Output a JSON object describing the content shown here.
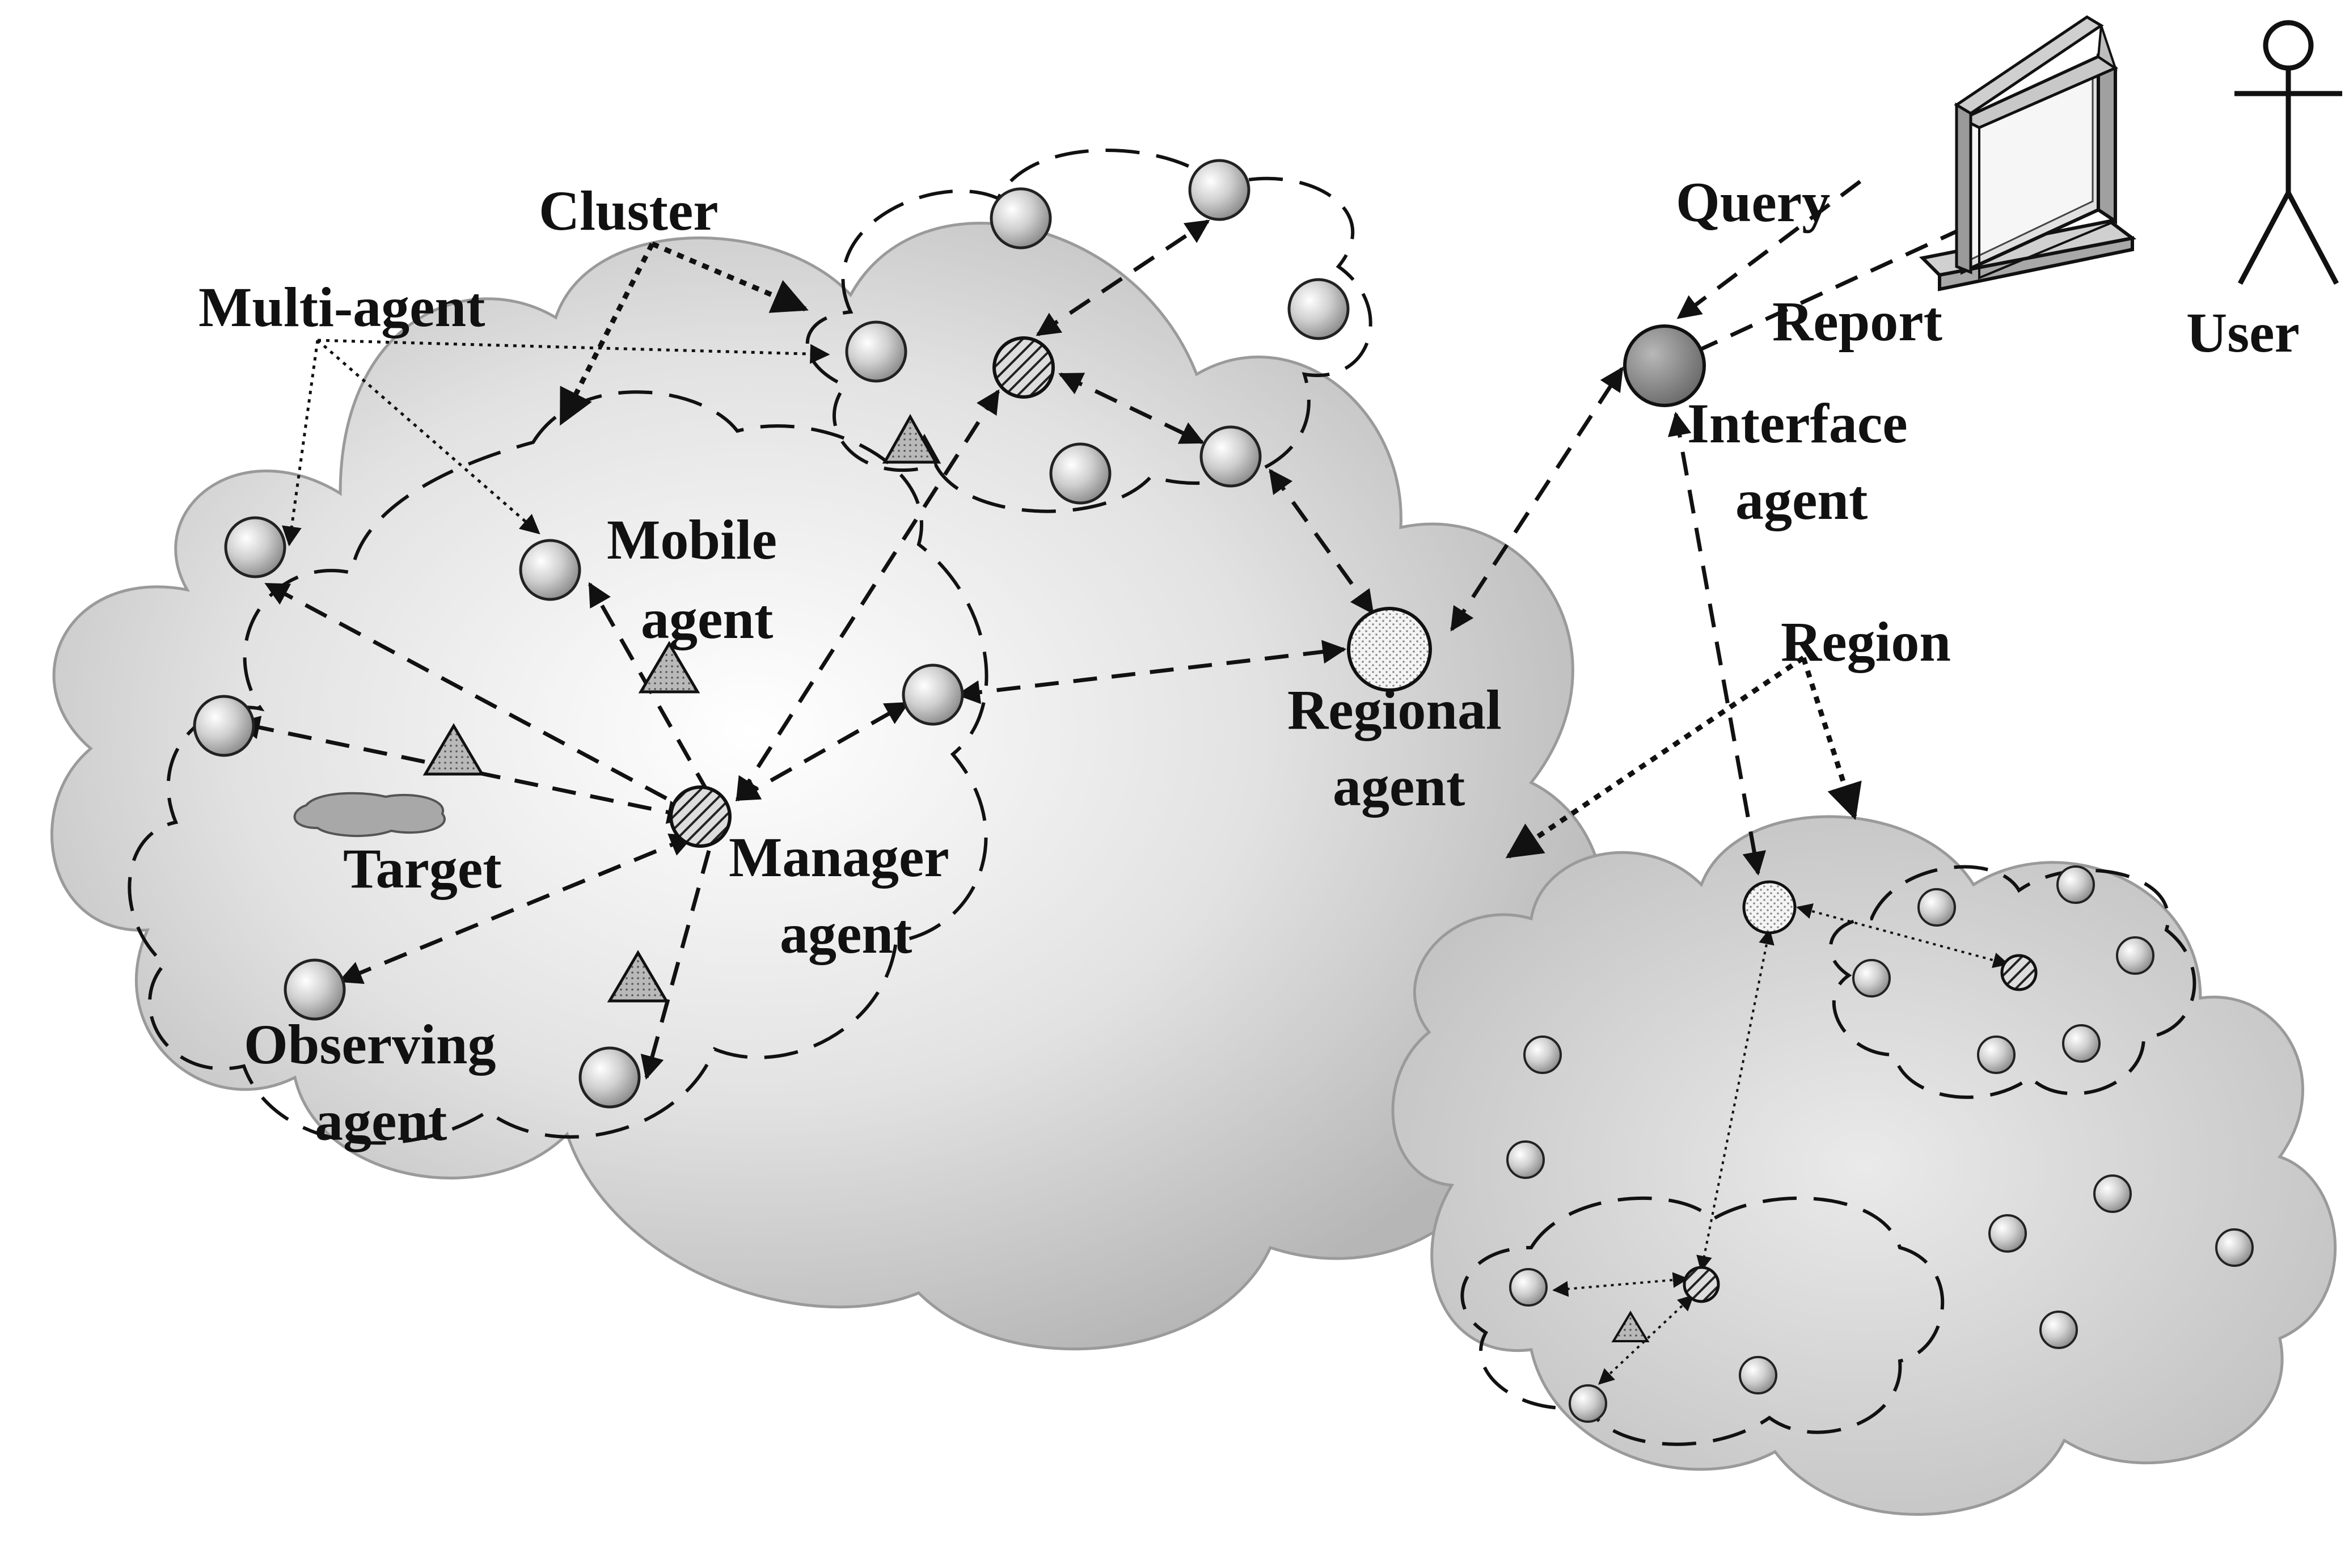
{
  "labels": {
    "cluster": "Cluster",
    "multi_agent": "Multi-agent",
    "mobile_agent_1": "Mobile",
    "mobile_agent_2": "agent",
    "target": "Target",
    "manager_agent_1": "Manager",
    "manager_agent_2": "agent",
    "observing_agent_1": "Observing",
    "observing_agent_2": "agent",
    "regional_agent_1": "Regional",
    "regional_agent_2": "agent",
    "query": "Query",
    "report": "Report",
    "interface_agent_1": "Interface",
    "interface_agent_2": "agent",
    "region": "Region",
    "user": "User"
  },
  "colors": {
    "cloud_light": "#f4f4f4",
    "cloud_dark": "#b8b8b8",
    "manager_hatch": "#555555",
    "interface_fill": "#8a8a8a",
    "triangle_fill": "#a9a9a9",
    "monitor_body": "#d0d0d0"
  },
  "icons": {
    "user": "stick-figure-icon",
    "terminal": "monitor-icon"
  }
}
